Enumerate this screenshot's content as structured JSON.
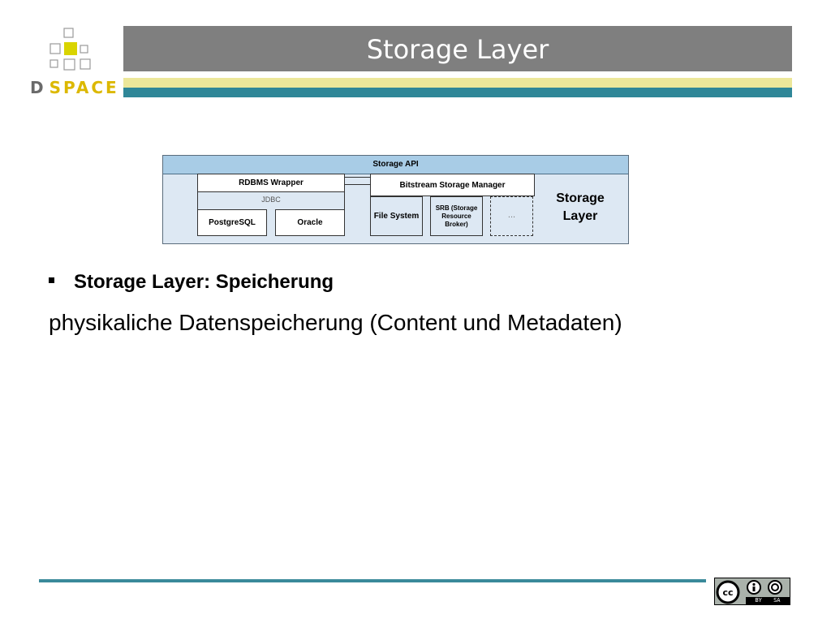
{
  "logo": {
    "text_d": "D",
    "text_rest": "SPACE",
    "colors": {
      "gray": "#6a6a6a",
      "yellow": "#dcb800"
    }
  },
  "slide": {
    "title": "Storage Layer",
    "title_bar_color": "#7f7f7f",
    "stripe_colors": [
      "#ece79a",
      "#2f8798"
    ]
  },
  "diagram": {
    "api_label": "Storage API",
    "rdbms_wrapper": "RDBMS Wrapper",
    "jdbc": "JDBC",
    "postgresql": "PostgreSQL",
    "oracle": "Oracle",
    "bitstream_manager": "Bitstream Storage Manager",
    "file_system": "File System",
    "srb": "SRB (Storage Resource Broker)",
    "dots": "...",
    "layer_label": "Storage Layer",
    "colors": {
      "fill": "#dde8f3",
      "api": "#a8cce6"
    }
  },
  "content": {
    "bullet": "Storage Layer: Speicherung",
    "text": "physikaliche Datenspeicherung (Content und Metadaten)"
  },
  "footer": {
    "license_icon": "cc-by-sa-icon",
    "license_labels": "BY SA"
  }
}
